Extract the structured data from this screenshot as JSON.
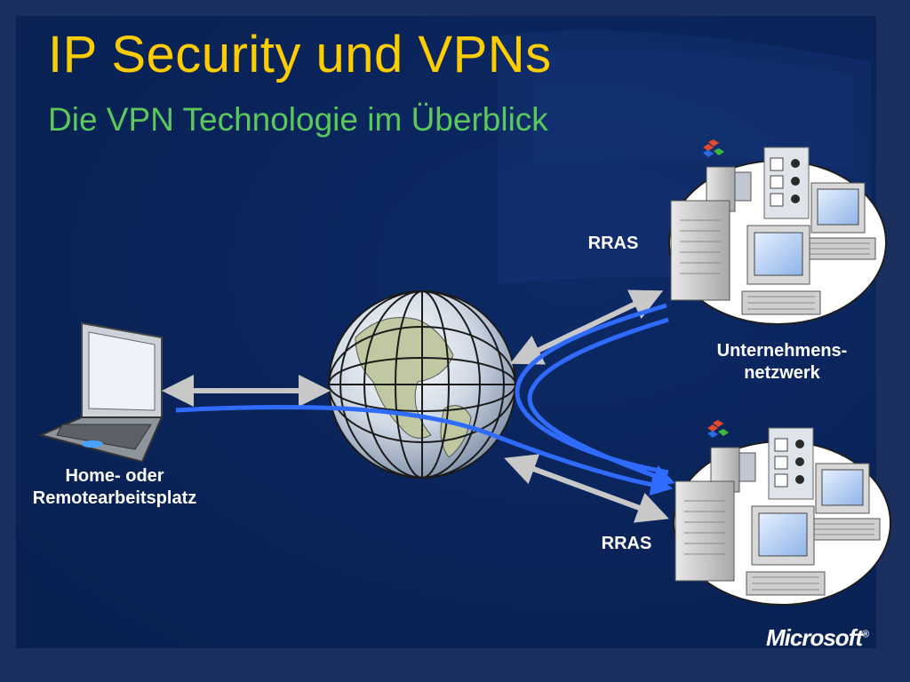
{
  "slide": {
    "title": "IP Security und VPNs",
    "subtitle": "Die VPN Technologie im Überblick"
  },
  "labels": {
    "rras_top": "RRAS",
    "rras_bottom": "RRAS",
    "corporate_line1": "Unternehmens-",
    "corporate_line2": "netzwerk",
    "home_line1": "Home- oder",
    "home_line2": "Remotearbeitsplatz"
  },
  "brand": {
    "logo_text": "Microsoft",
    "trademark": "®"
  },
  "colors": {
    "title": "#ffcc00",
    "subtitle": "#5bc85b",
    "background": "#0a2459",
    "frame": "#1a2f5e",
    "tunnel": "#2f6bff",
    "arrow": "#c8c8c8"
  }
}
